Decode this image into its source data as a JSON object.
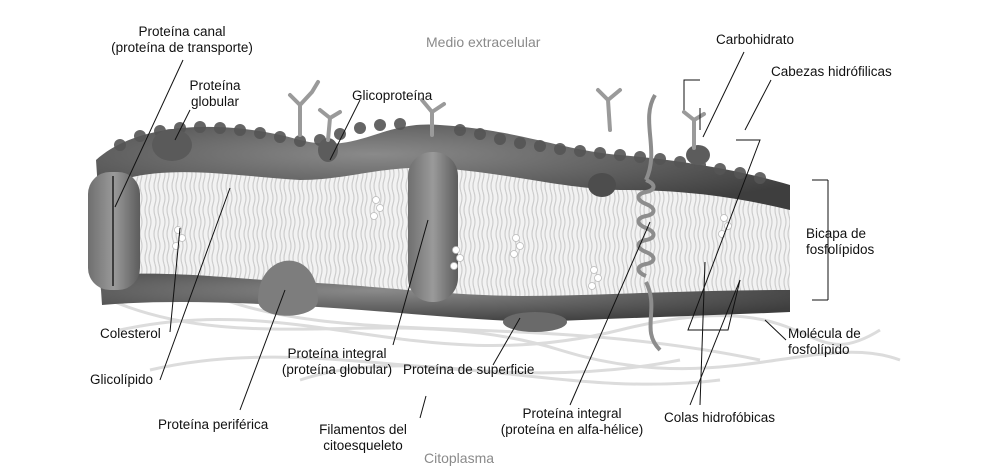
{
  "diagram": {
    "regions": {
      "extracellular": "Medio extracelular",
      "cytoplasm": "Citoplasma"
    },
    "labels": {
      "channel_protein": [
        "Proteína canal",
        "(proteína de transporte)"
      ],
      "globular_protein": [
        "Proteína",
        "globular"
      ],
      "glycoprotein": "Glicoproteína",
      "carbohydrate": "Carbohidrato",
      "hydrophilic_heads": "Cabezas hidrófilicas",
      "phospholipid_bilayer": [
        "Bicapa de",
        "fosfolípidos"
      ],
      "phospholipid_molecule": [
        "Molécula de",
        "fosfolípido"
      ],
      "cholesterol": "Colesterol",
      "glycolipid": "Glicolípido",
      "integral_protein_globular": [
        "Proteína integral",
        "(proteína globular)"
      ],
      "surface_protein": "Proteína de superficie",
      "peripheral_protein": "Proteína periférica",
      "cytoskeleton_filaments": [
        "Filamentos del",
        "citoesqueleto"
      ],
      "integral_protein_helix": [
        "Proteína integral",
        "(proteína en alfa-hélice)"
      ],
      "hydrophobic_tails": "Colas hidrofóbicas"
    }
  }
}
